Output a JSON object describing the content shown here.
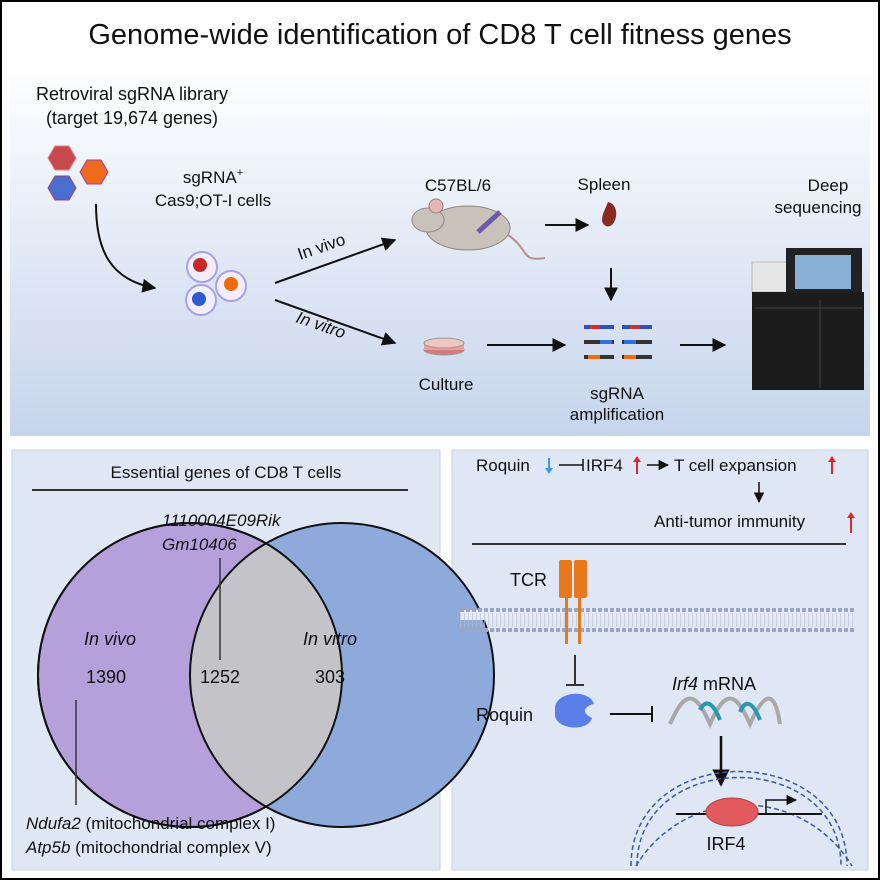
{
  "title": "Genome-wide identification of CD8 T cell fitness genes",
  "workflow": {
    "library_line1": "Retroviral sgRNA library",
    "library_line2": "(target 19,674 genes)",
    "cells_line1": "sgRNA",
    "cells_sup": "+",
    "cells_line2": "Cas9;OT-I cells",
    "in_vivo": "In vivo",
    "in_vitro": "In vitro",
    "mouse": "C57BL/6",
    "spleen": "Spleen",
    "culture": "Culture",
    "amp_line1": "sgRNA",
    "amp_line2": "amplification",
    "seq_line1": "Deep",
    "seq_line2": "sequencing"
  },
  "venn": {
    "header": "Essential genes of CD8 T cells",
    "left_label": "In vivo",
    "left_count": "1390",
    "overlap_count": "1252",
    "right_label": "In vitro",
    "right_count": "303",
    "overlap_gene1": "1110004E09Rik",
    "overlap_gene2": "Gm10406",
    "left_gene1": "Ndufa2",
    "left_gene1_note": " (mitochondrial complex I)",
    "left_gene2": "Atp5b",
    "left_gene2_note": " (mitochondrial complex V)",
    "colors": {
      "left": "#b5a0dc",
      "right": "#8eaadb",
      "overlap": "#c4c4c8"
    }
  },
  "mechanism": {
    "roquin": "Roquin",
    "irf4": "IRF4",
    "expansion": "T cell expansion",
    "immunity": "Anti-tumor immunity",
    "tcr": "TCR",
    "roquin_protein": "Roquin",
    "mrna_gene": "Irf4",
    "mrna_suffix": " mRNA",
    "irf4_protein": "IRF4",
    "colors": {
      "up": "#e0262a",
      "down": "#3a9be0",
      "tcr": "#e8781c",
      "roquin": "#5b7fe8",
      "irf4": "#e25a5e"
    }
  }
}
